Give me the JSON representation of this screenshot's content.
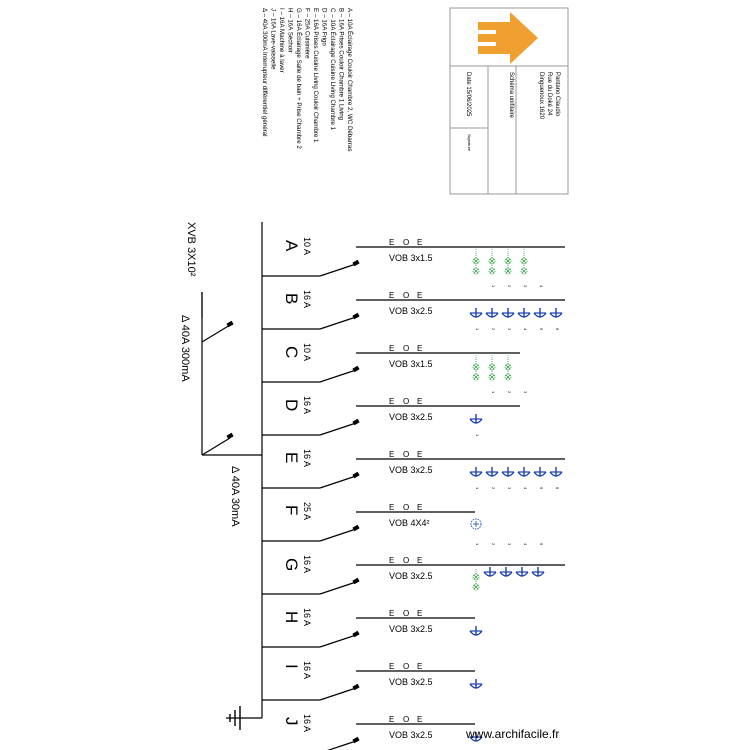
{
  "legend": [
    "A – 10A Éclairage Couloir Chambre 2, WC Débarras",
    "B – 16A Prises Couloir Chambre 1 Living",
    "C – 10A Éclairage Cuisine Living Chambre 1",
    "D – 16A Frigo",
    "E – 16A Prises Cuisine Living Couloir Chambre 1",
    "F – 25A Cuisinière",
    "G – 16A Éclairage Salle de bain + Prise Chambre 2",
    "H – 16A Séchoir",
    "I – 16A Machine à laver",
    "J – 16A Lave-vaisselle",
    "Δ – 40A 300mA Interrupteur différentiel général"
  ],
  "title_block": {
    "owner": "Pantano Claudio",
    "street": "Rue du Doké 24",
    "city": "Dinguenoux 1620",
    "drawing_type": "Schéma unifilaire",
    "date": "Date 15/06/2025",
    "signature_label": "Signature",
    "logo_color": "#f0a030"
  },
  "main": {
    "supply_label": "XVB 3X10²",
    "general_rcd_label": "Δ 40A 300mA",
    "secondary_rcd_label": "Δ 40A 30mA",
    "earth_symbol": "earth-ground-icon"
  },
  "circuits": [
    {
      "letter": "A",
      "rating": "10 A",
      "cable": "VOB 3x1.5",
      "wire_marks": [
        "E",
        "O",
        "E"
      ],
      "load": "light",
      "points": [
        "1",
        "2",
        "3",
        "4"
      ]
    },
    {
      "letter": "B",
      "rating": "16 A",
      "cable": "VOB 3x2.5",
      "wire_marks": [
        "E",
        "O",
        "E"
      ],
      "load": "socket",
      "points": [
        "1",
        "2",
        "3",
        "4",
        "5",
        "6"
      ]
    },
    {
      "letter": "C",
      "rating": "10 A",
      "cable": "VOB 3x1.5",
      "wire_marks": [
        "E",
        "O",
        "E"
      ],
      "load": "light",
      "points": [
        "1",
        "2",
        "3"
      ]
    },
    {
      "letter": "D",
      "rating": "16 A",
      "cable": "VOB 3x2.5",
      "wire_marks": [
        "E",
        "O",
        "E"
      ],
      "load": "socket",
      "points": [
        "1"
      ]
    },
    {
      "letter": "E",
      "rating": "16 A",
      "cable": "VOB 3x2.5",
      "wire_marks": [
        "E",
        "O",
        "E"
      ],
      "load": "socket",
      "points": [
        "1",
        "2",
        "3",
        "4",
        "5",
        "6"
      ]
    },
    {
      "letter": "F",
      "rating": "25 A",
      "cable": "VOB 4X4²",
      "wire_marks": [
        "E",
        "O",
        "E"
      ],
      "load": "cooker",
      "points": []
    },
    {
      "letter": "G",
      "rating": "16 A",
      "cable": "VOB 3x2.5",
      "wire_marks": [
        "E",
        "O",
        "E"
      ],
      "load": "light+socket",
      "points": [
        "1",
        "2",
        "3",
        "4",
        "5"
      ]
    },
    {
      "letter": "H",
      "rating": "16 A",
      "cable": "VOB 3x2.5",
      "wire_marks": [
        "E",
        "O",
        "E"
      ],
      "load": "socket",
      "points": []
    },
    {
      "letter": "I",
      "rating": "16 A",
      "cable": "VOB 3x2.5",
      "wire_marks": [
        "E",
        "O",
        "E"
      ],
      "load": "socket",
      "points": []
    },
    {
      "letter": "J",
      "rating": "16 A",
      "cable": "VOB 3x2.5",
      "wire_marks": [
        "E",
        "O",
        "E"
      ],
      "load": "socket",
      "points": []
    }
  ],
  "colors": {
    "line": "#000000",
    "light_symbol": "#2e9e3e",
    "socket_symbol": "#1a3fb0",
    "cooker_symbol": "#1a3fb0"
  },
  "watermark": "www.archifacile.fr"
}
